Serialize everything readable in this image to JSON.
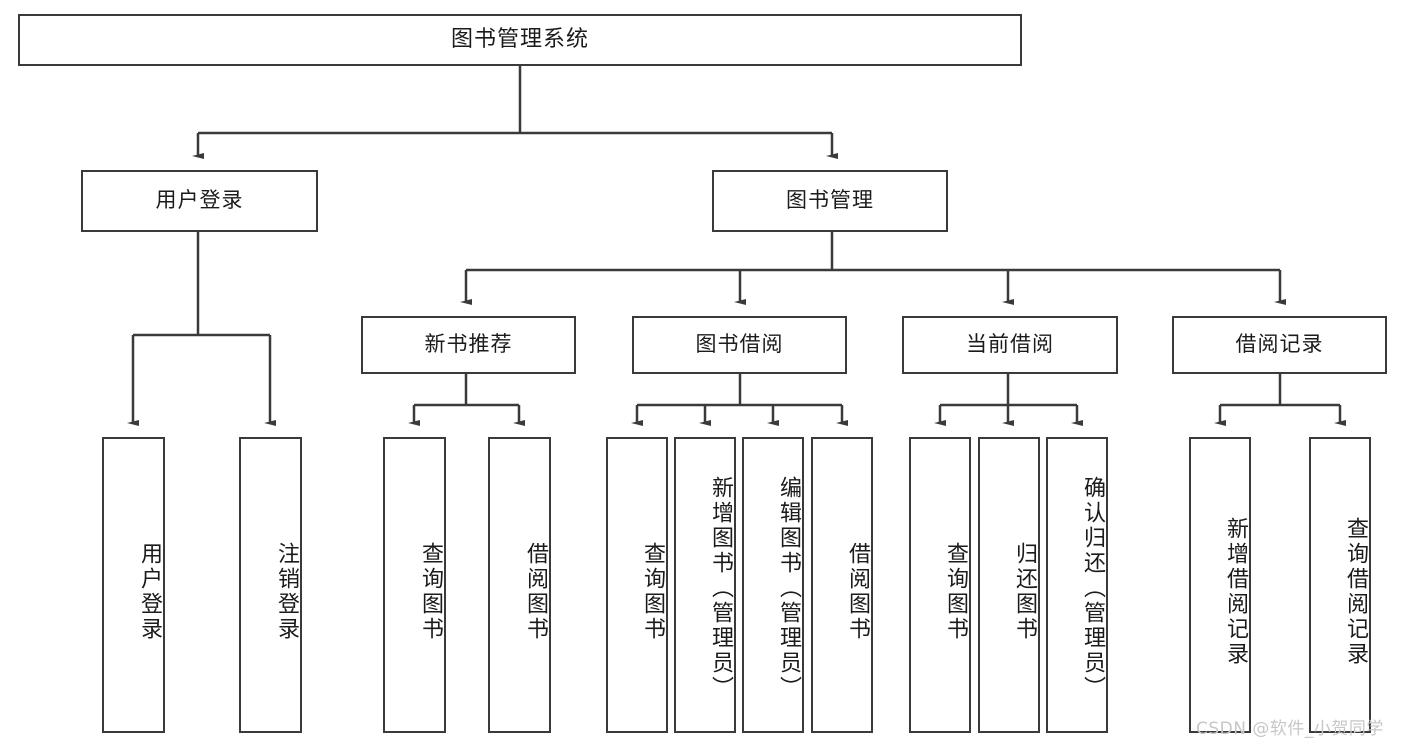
{
  "diagram": {
    "type": "tree-hierarchy-diagram",
    "title": "图书管理系统",
    "stroke_color": "#3a3a3a",
    "fill_color": "#ffffff",
    "text_color": "#1b1b1b",
    "nodes": {
      "root": {
        "label": "图书管理系统",
        "orientation": "horizontal"
      },
      "level2": [
        {
          "id": "user-login",
          "label": "用户登录",
          "orientation": "horizontal"
        },
        {
          "id": "book-manage",
          "label": "图书管理",
          "orientation": "horizontal"
        }
      ],
      "level3": [
        {
          "id": "new-book-recommend",
          "label": "新书推荐",
          "orientation": "horizontal"
        },
        {
          "id": "book-borrow",
          "label": "图书借阅",
          "orientation": "horizontal"
        },
        {
          "id": "current-borrow",
          "label": "当前借阅",
          "orientation": "horizontal"
        },
        {
          "id": "borrow-record",
          "label": "借阅记录",
          "orientation": "horizontal"
        }
      ],
      "leaves": [
        {
          "id": "leaf-user-login",
          "label": "用户登录",
          "parent": "user-login",
          "orientation": "vertical"
        },
        {
          "id": "leaf-logout-login",
          "label": "注销登录",
          "parent": "user-login",
          "orientation": "vertical"
        },
        {
          "id": "leaf-query-book-1",
          "label": "查询图书",
          "parent": "new-book-recommend",
          "orientation": "vertical"
        },
        {
          "id": "leaf-borrow-book-1",
          "label": "借阅图书",
          "parent": "new-book-recommend",
          "orientation": "vertical"
        },
        {
          "id": "leaf-query-book-2",
          "label": "查询图书",
          "parent": "book-borrow",
          "orientation": "vertical"
        },
        {
          "id": "leaf-add-book",
          "label": "新增图书（管理员）",
          "parent": "book-borrow",
          "orientation": "vertical"
        },
        {
          "id": "leaf-edit-book",
          "label": "编辑图书（管理员）",
          "parent": "book-borrow",
          "orientation": "vertical"
        },
        {
          "id": "leaf-borrow-book-2",
          "label": "借阅图书",
          "parent": "book-borrow",
          "orientation": "vertical"
        },
        {
          "id": "leaf-query-book-3",
          "label": "查询图书",
          "parent": "current-borrow",
          "orientation": "vertical"
        },
        {
          "id": "leaf-return-book",
          "label": "归还图书",
          "parent": "current-borrow",
          "orientation": "vertical"
        },
        {
          "id": "leaf-confirm-return",
          "label": "确认归还（管理员）",
          "parent": "current-borrow",
          "orientation": "vertical"
        },
        {
          "id": "leaf-add-record",
          "label": "新增借阅记录",
          "parent": "borrow-record",
          "orientation": "vertical"
        },
        {
          "id": "leaf-query-record",
          "label": "查询借阅记录",
          "parent": "borrow-record",
          "orientation": "vertical"
        }
      ]
    }
  },
  "watermark": {
    "text": "CSDN @软件_小贺同学",
    "color": "#c7c7c7"
  }
}
